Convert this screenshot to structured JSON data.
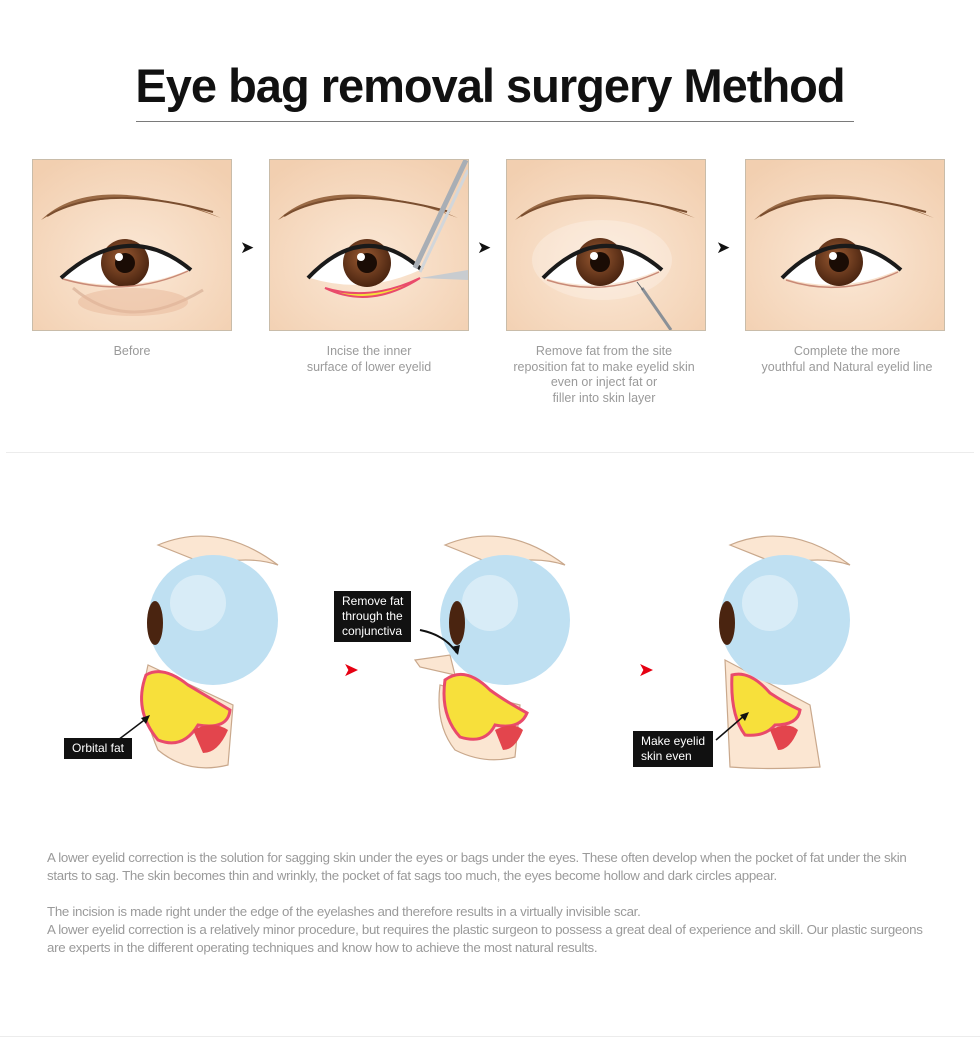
{
  "title": "Eye bag removal surgery Method",
  "steps": [
    {
      "caption": "Before"
    },
    {
      "caption": "Incise the inner\nsurface of lower eyelid"
    },
    {
      "caption": "Remove fat from the site\nreposition fat to make eyelid skin\neven or inject fat or\nfiller into skin layer"
    },
    {
      "caption": "Complete the more\nyouthful and Natural eyelid line"
    }
  ],
  "step_arrow_glyph": "➤",
  "cross_sections": [
    {
      "label": "Orbital fat"
    },
    {
      "label": "Remove fat\nthrough the\nconjunctiva"
    },
    {
      "label": "Make eyelid\nskin even"
    }
  ],
  "paragraphs": [
    "A lower eyelid correction is the solution for sagging skin under the eyes or bags under the eyes. These often develop when the pocket of fat under the skin starts to sag. The skin becomes thin and wrinkly, the pocket of fat sags too much, the eyes become hollow and dark circles appear.",
    "The incision is made right under the edge of the eyelashes and therefore results in a virtually invisible scar.",
    "A lower eyelid correction is a relatively minor procedure, but requires the plastic surgeon to possess a great deal of experience and skill. Our plastic surgeons are experts in the different operating techniques and know how to achieve the most natural results."
  ],
  "colors": {
    "skin": "#f7dcc3",
    "iris": "#6b3a1f",
    "fat": "#f7e03b",
    "tissue_red": "#e3454d",
    "eyeball": "#bfe0f2",
    "arrow_red": "#e60012",
    "caption_gray": "#9a9a9a"
  }
}
